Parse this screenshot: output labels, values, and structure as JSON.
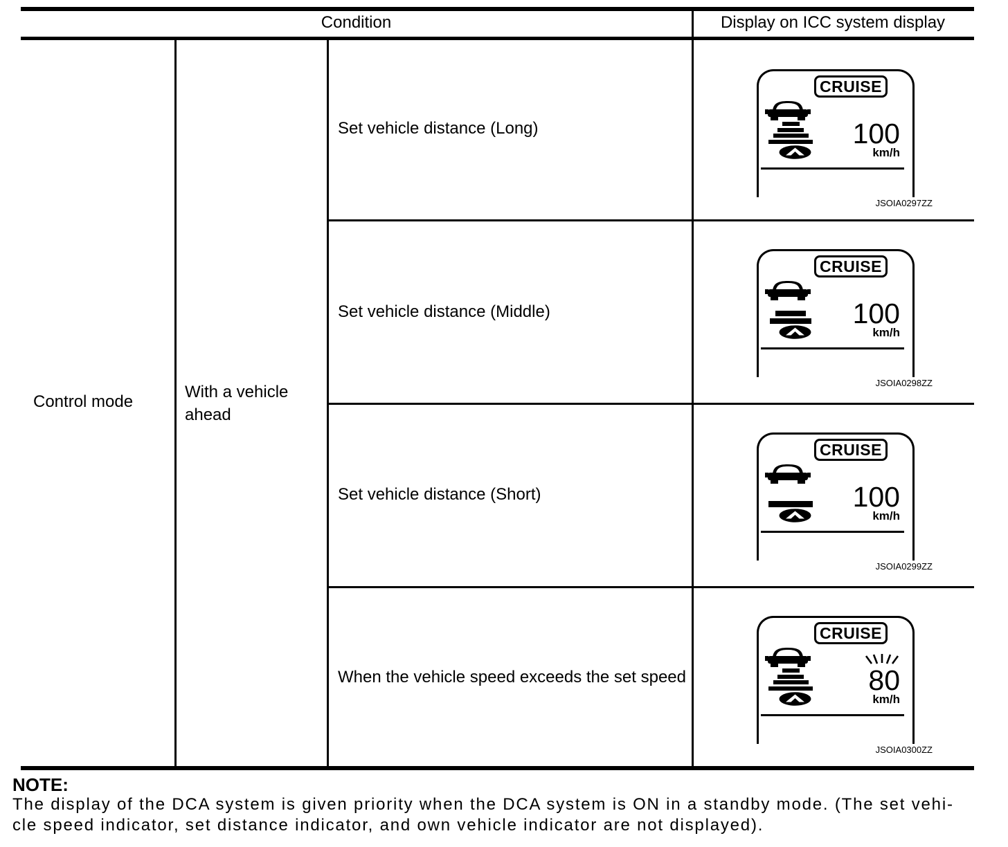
{
  "table": {
    "header": {
      "condition": "Condition",
      "display": "Display on ICC system display"
    },
    "control_mode_label": "Control mode",
    "vehicle_ahead_label": "With a vehicle ahead",
    "rows": [
      {
        "condition": "Set vehicle distance (Long)",
        "display": {
          "badge": "CRUISE",
          "speed": "100",
          "unit": "km/h",
          "distance_bars": 4,
          "speed_blinking": false,
          "code": "JSOIA0297ZZ"
        }
      },
      {
        "condition": "Set vehicle distance (Middle)",
        "display": {
          "badge": "CRUISE",
          "speed": "100",
          "unit": "km/h",
          "distance_bars": 2,
          "speed_blinking": false,
          "code": "JSOIA0298ZZ"
        }
      },
      {
        "condition": "Set vehicle distance (Short)",
        "display": {
          "badge": "CRUISE",
          "speed": "100",
          "unit": "km/h",
          "distance_bars": 1,
          "speed_blinking": false,
          "code": "JSOIA0299ZZ"
        }
      },
      {
        "condition": "When the vehicle speed exceeds the set speed",
        "display": {
          "badge": "CRUISE",
          "speed": "80",
          "unit": "km/h",
          "distance_bars": 4,
          "speed_blinking": true,
          "code": "JSOIA0300ZZ"
        }
      }
    ]
  },
  "icons": {
    "lead_vehicle": "lead-vehicle-icon",
    "own_vehicle": "own-vehicle-chevron-icon",
    "distance_bars": "set-distance-bars-icon",
    "blinking": "blinking-rays-icon"
  },
  "note": {
    "label": "NOTE:",
    "lines": [
      "The display of the DCA system is given priority when the DCA system is ON in a standby mode. (The set vehi-",
      "cle speed indicator, set distance indicator, and own vehicle indicator are not displayed)."
    ]
  },
  "colors": {
    "ink": "#000000",
    "paper": "#ffffff"
  }
}
